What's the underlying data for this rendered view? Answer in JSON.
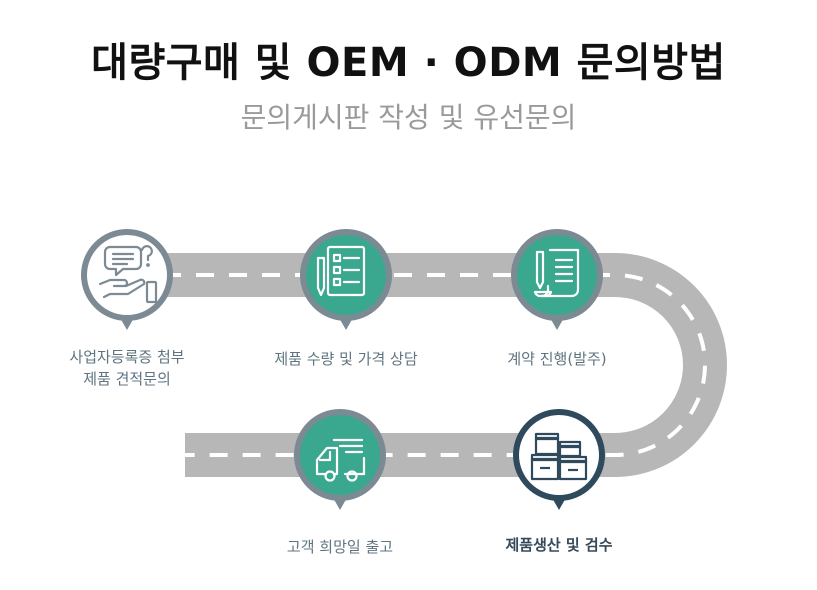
{
  "header": {
    "title": "대량구매 및 OEM · ODM 문의방법",
    "subtitle": "문의게시판 작성 및 유선문의"
  },
  "steps": [
    {
      "label_line1": "사업자등록증 첨부",
      "label_line2": "제품 견적문의",
      "icon": "hand-question-icon"
    },
    {
      "label": "제품 수량 및 가격 상담",
      "icon": "checklist-document-icon"
    },
    {
      "label": "계약 진행(발주)",
      "icon": "contract-pen-icon"
    },
    {
      "label": "제품생산 및 검수",
      "icon": "stacked-boxes-icon"
    },
    {
      "label": "고객 희망일 출고",
      "icon": "delivery-truck-icon"
    }
  ],
  "colors": {
    "teal": "#3aa88e",
    "navy_ring": "#2e4a5c",
    "gray_ring": "#7c8a93",
    "road": "#b7b7b7",
    "dash": "#ffffff"
  }
}
